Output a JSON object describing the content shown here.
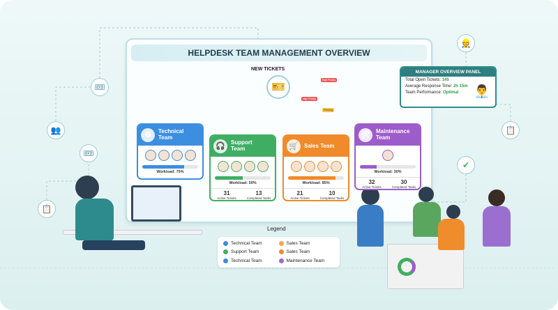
{
  "title": "HELPDESK TEAM MANAGEMENT OVERVIEW",
  "new_tickets": "NEW TICKETS",
  "ticket_tags": [
    "High Priority",
    "High Priority",
    "Pending"
  ],
  "teams": [
    {
      "name": "Technical Team",
      "color": "#3b8ee0",
      "icon": "gear-icon",
      "workload": "Workload: 75%",
      "workload_pct": 75,
      "members": 4
    },
    {
      "name": "Support Team",
      "color": "#3fae63",
      "icon": "headset-icon",
      "workload": "Workload: 50%",
      "workload_pct": 50,
      "members": 4,
      "active": "31",
      "active_label": "Active Tickets",
      "completed": "13",
      "completed_label": "Completed Tasks"
    },
    {
      "name": "Sales Team",
      "color": "#f08a2a",
      "icon": "cart-icon",
      "workload": "Workload: 85%",
      "workload_pct": 85,
      "members": 4,
      "active": "21",
      "active_label": "Active Tickets",
      "completed": "10",
      "completed_label": "Completed Tasks"
    },
    {
      "name": "Maintenance Team",
      "color": "#9c5cc9",
      "icon": "tools-icon",
      "workload": "Workload: 30%",
      "workload_pct": 30,
      "members": 1,
      "active": "32",
      "active_label": "Active Tickets",
      "completed": "30",
      "completed_label": "Completed Tasks"
    }
  ],
  "manager": {
    "title": "MANAGER OVERVIEW PANEL",
    "open_label": "Total Open Tickets:",
    "open": "145",
    "resp_label": "Average Response Time:",
    "resp": "2h 15m",
    "perf_label": "Team Performance:",
    "perf": "Optimal"
  },
  "legend": {
    "title": "Legend",
    "items": [
      {
        "label": "Technical Team",
        "color": "#3b8ee0"
      },
      {
        "label": "Sales Team",
        "color": "#f5a550"
      },
      {
        "label": "Support Team",
        "color": "#3fae63"
      },
      {
        "label": "Sales Team",
        "color": "#f08a2a"
      },
      {
        "label": "Technical Team",
        "color": "#3b8ee0"
      },
      {
        "label": "Maintenance Team",
        "color": "#a067d0"
      }
    ]
  }
}
